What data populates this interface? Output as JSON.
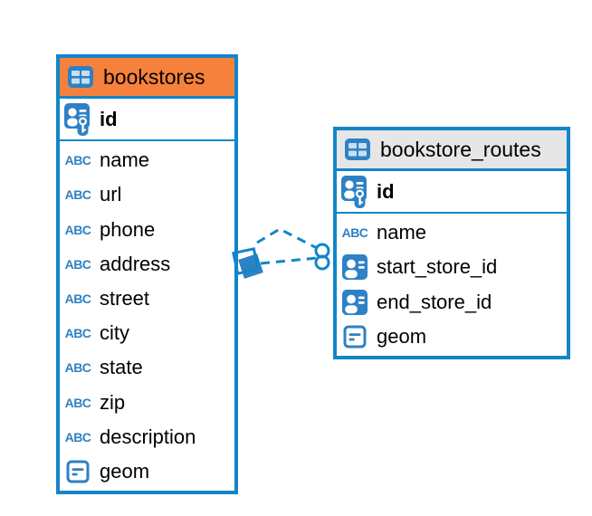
{
  "diagram": {
    "tables": [
      {
        "name": "bookstores",
        "columns": [
          {
            "name": "id"
          },
          {
            "name": "name"
          },
          {
            "name": "url"
          },
          {
            "name": "phone"
          },
          {
            "name": "address"
          },
          {
            "name": "street"
          },
          {
            "name": "city"
          },
          {
            "name": "state"
          },
          {
            "name": "zip"
          },
          {
            "name": "description"
          },
          {
            "name": "geom"
          }
        ]
      },
      {
        "name": "bookstore_routes",
        "columns": [
          {
            "name": "id"
          },
          {
            "name": "name"
          },
          {
            "name": "start_store_id"
          },
          {
            "name": "end_store_id"
          },
          {
            "name": "geom"
          }
        ]
      }
    ]
  },
  "icons": {
    "text_type_label": "ABC"
  },
  "colors": {
    "accent_blue": "#1285C8",
    "icon_blue": "#2E81C5",
    "bookstores_header": "#F6813C",
    "routes_header": "#E6E6E6",
    "connector_dot": "#0A0A0A"
  }
}
